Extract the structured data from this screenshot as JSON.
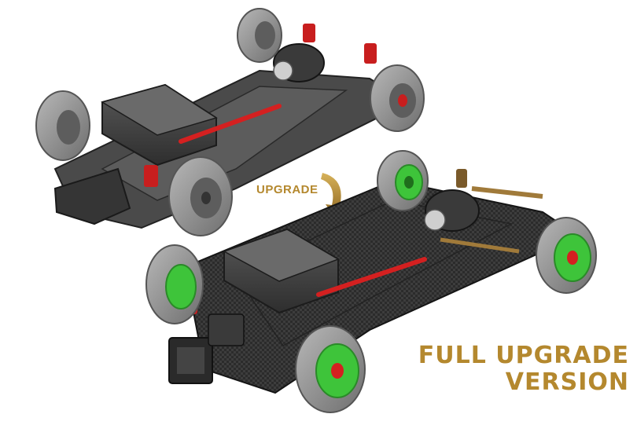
{
  "labels": {
    "upgrade": "UPGRADE",
    "full_line1": "FULL UPGRADE",
    "full_line2": "VERSION"
  },
  "colors": {
    "gold": "#b4882e",
    "wheel_green": "#3ec43a",
    "tire_gray": "#9a9a9a",
    "chassis_dark": "#3a3a3a",
    "accent_red": "#d42020"
  }
}
